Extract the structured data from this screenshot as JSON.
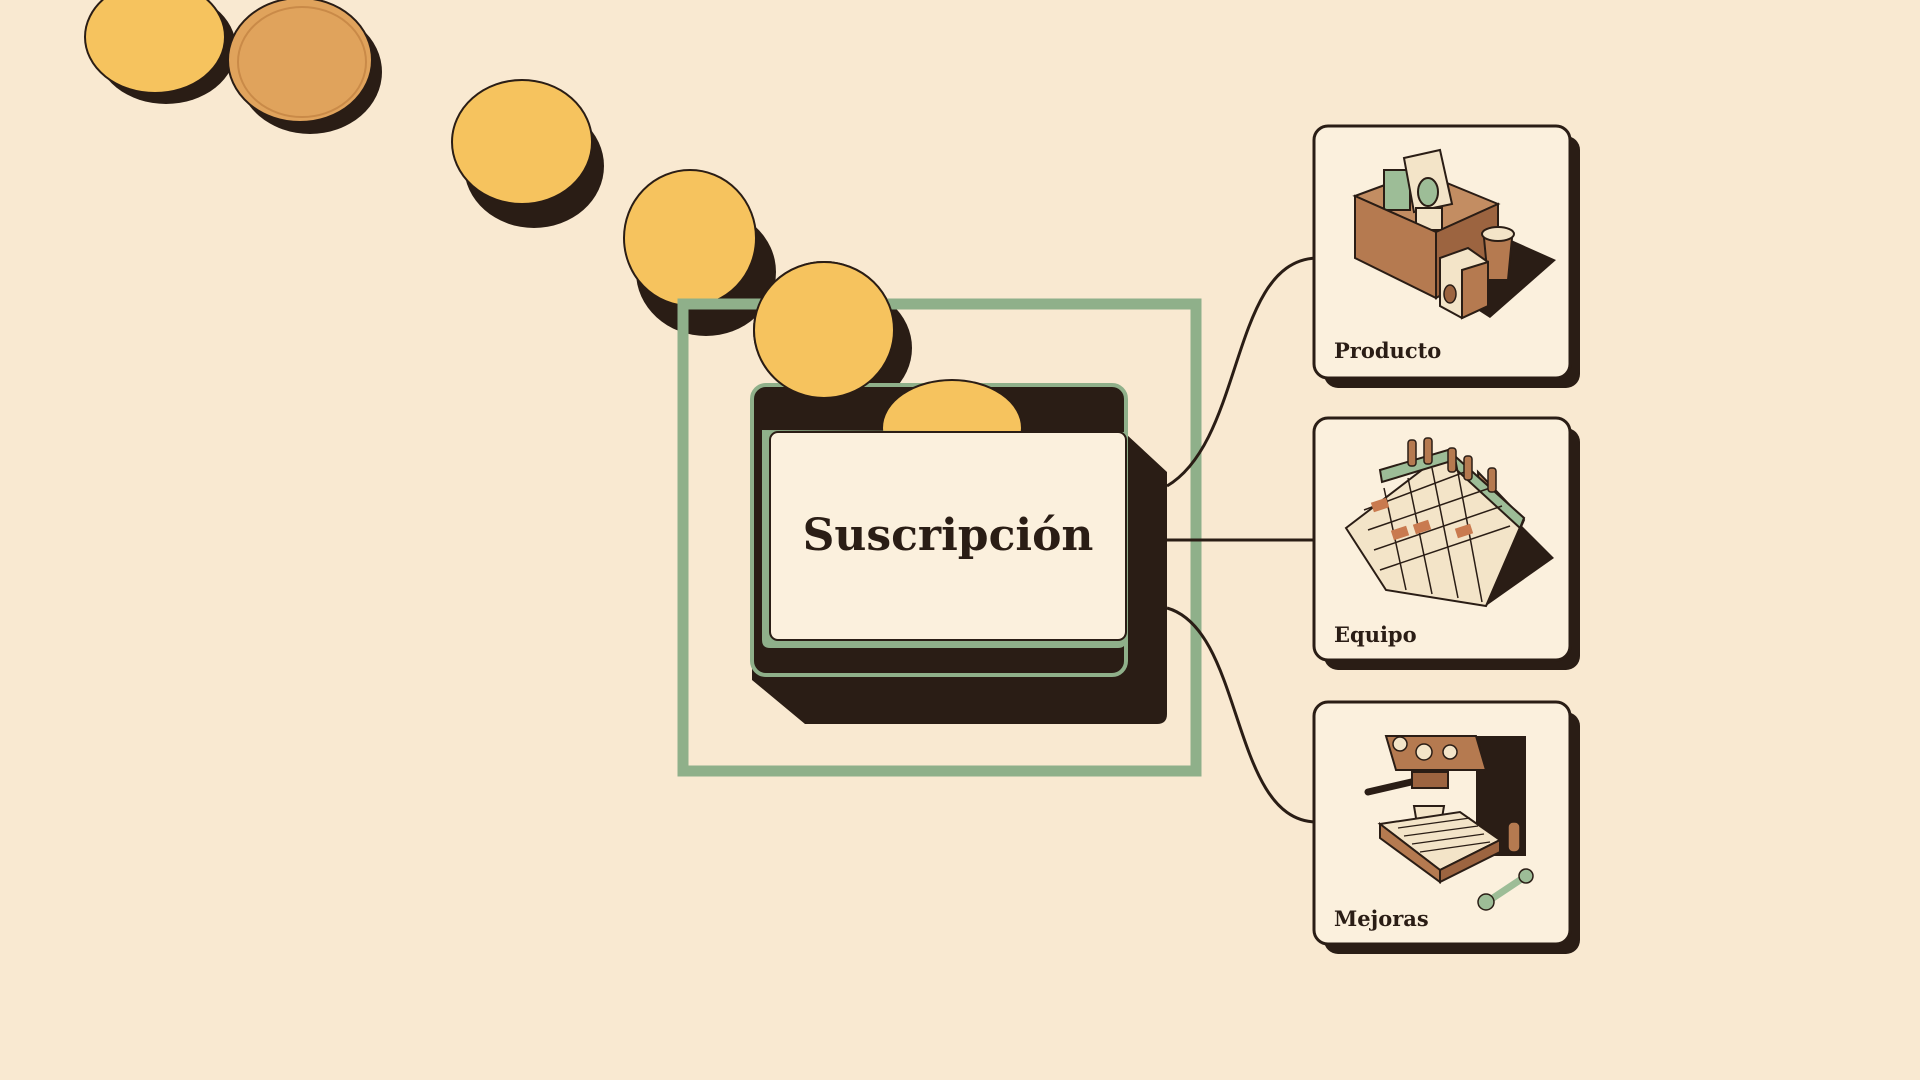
{
  "center": {
    "label": "Suscripción"
  },
  "cards": [
    {
      "label": "Producto",
      "icon": "product-box-icon"
    },
    {
      "label": "Equipo",
      "icon": "calendar-icon"
    },
    {
      "label": "Mejoras",
      "icon": "espresso-machine-icon"
    }
  ],
  "colors": {
    "background": "#f9e9d1",
    "coin": "#f6c35e",
    "coin_edge": "#d9a24a",
    "frame_green": "#8fb08a",
    "dark": "#2a1d15",
    "card_bg": "#fbf0dd",
    "brown": "#b57a50",
    "green_accent": "#9dbd97"
  }
}
